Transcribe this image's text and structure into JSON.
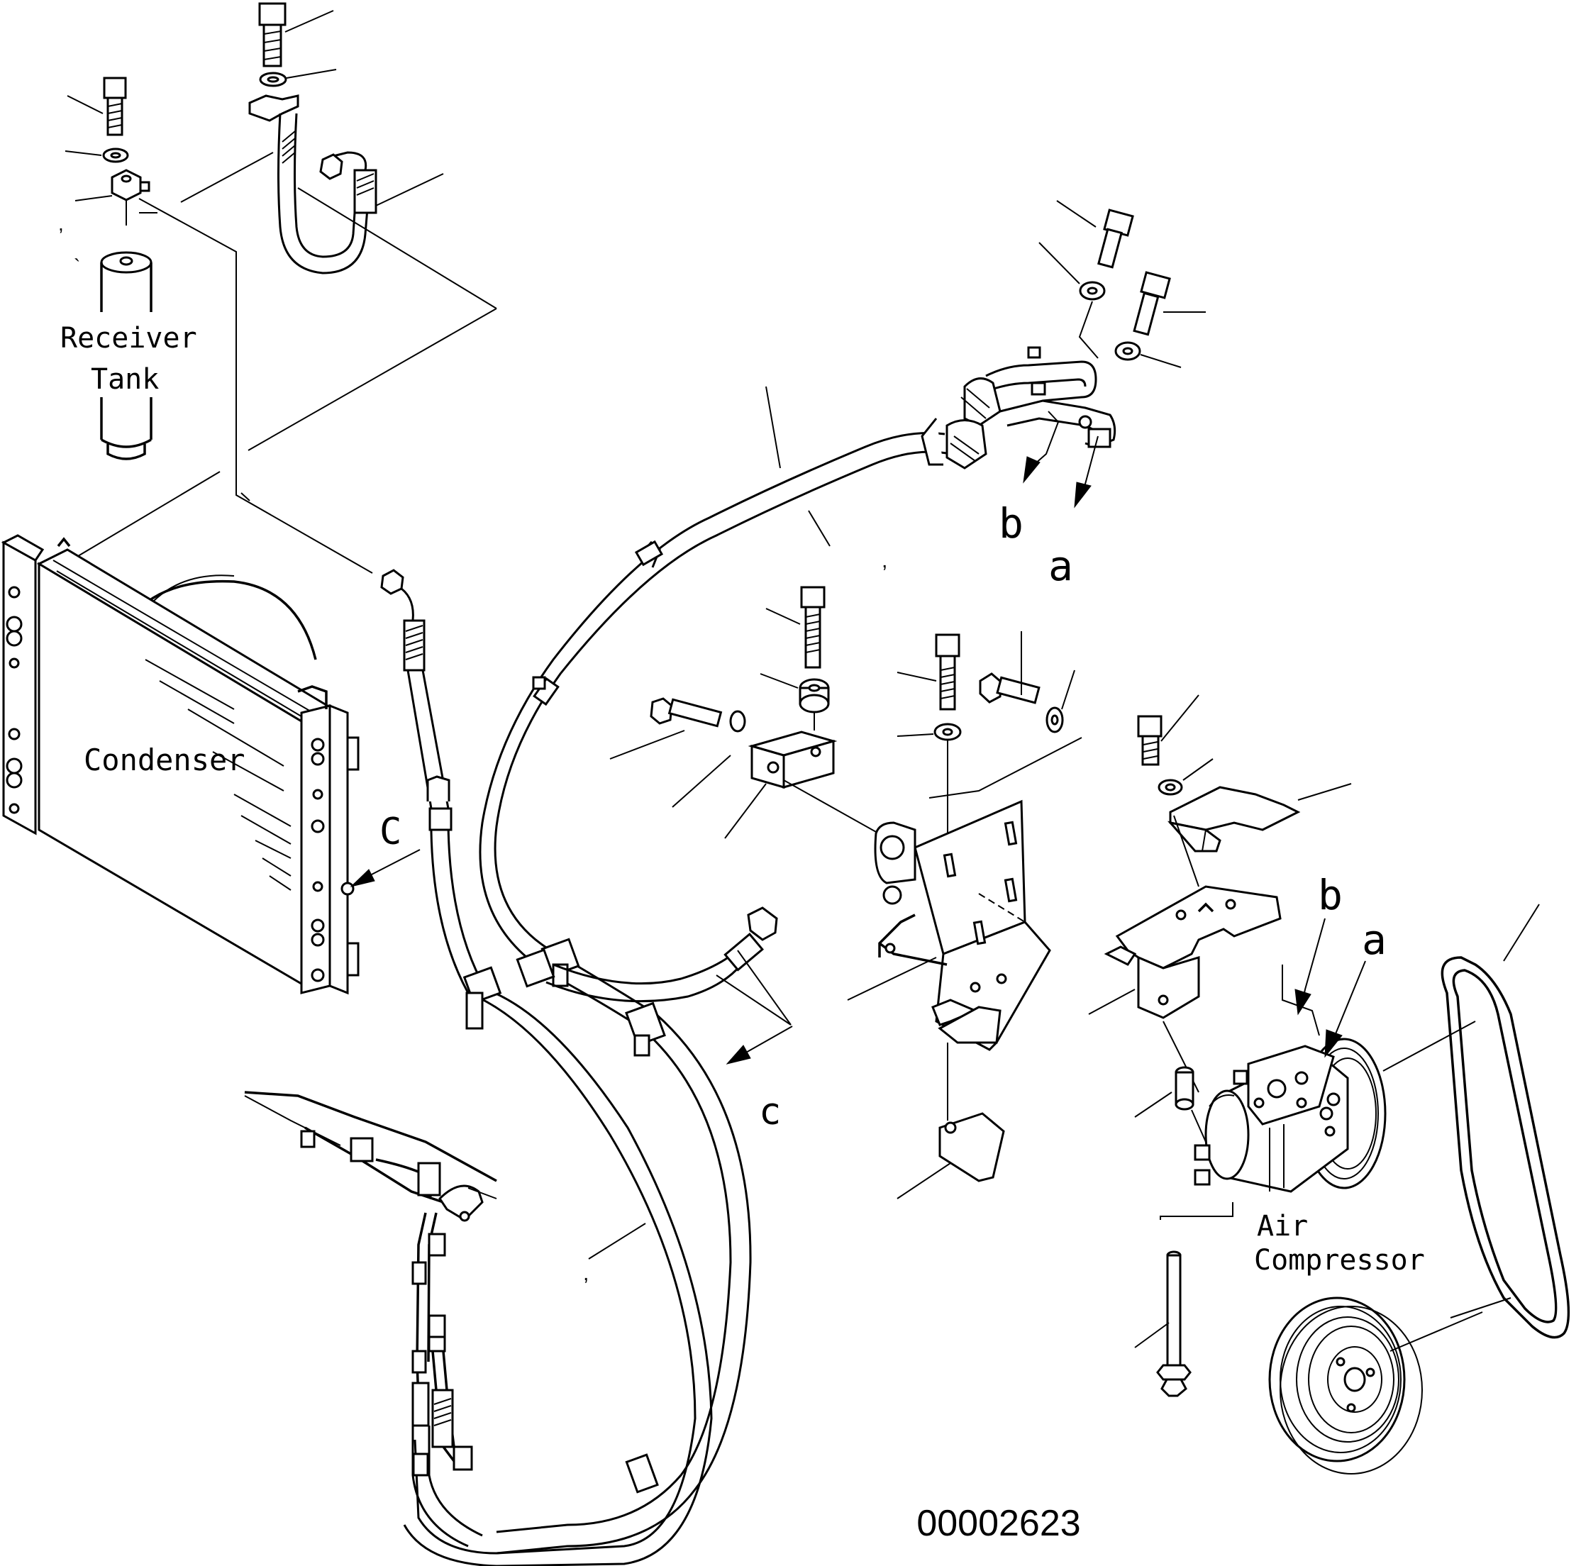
{
  "labels": {
    "receiver_tank_line1": "Receiver",
    "receiver_tank_line2": "Tank",
    "condenser": "Condenser",
    "air_compressor_line1": "Air",
    "air_compressor_line2": "Compressor",
    "ref_a_top": "a",
    "ref_b_top": "b",
    "ref_a_right": "a",
    "ref_b_right": "b",
    "ref_c_left": "C",
    "ref_c_bottom": "c"
  },
  "figure_number": "00002623",
  "colors": {
    "line": "#000000",
    "background": "#ffffff"
  }
}
